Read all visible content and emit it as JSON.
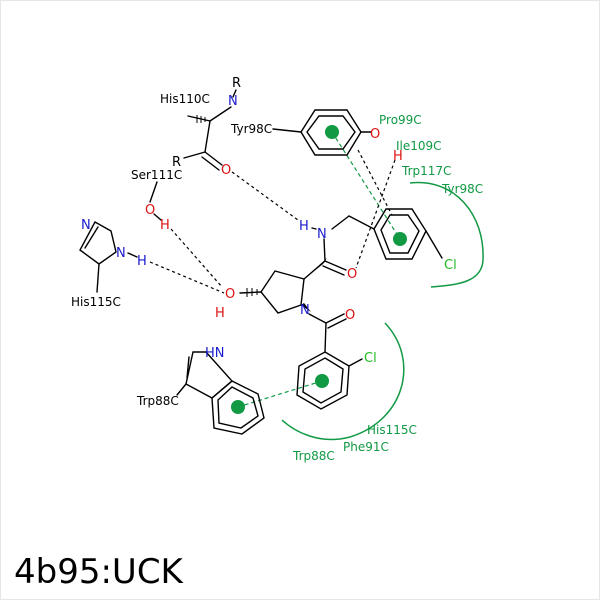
{
  "pdb_code": "4b95:UCK",
  "colors": {
    "bond": "#000000",
    "nitrogen": "#1a1acc",
    "oxygen": "#dd1111",
    "chlorine": "#22bb22",
    "hydrophobic": "#119944",
    "hbond": "#000000"
  },
  "atoms": {
    "ring_nh": "HN",
    "ring_n": "N",
    "nh_hist": "N",
    "h_hist": "H",
    "h_nh": "H",
    "h_oh": "H",
    "h_ser": "H",
    "h_ile": "H",
    "n_amide": "N",
    "n_his110": "N",
    "n_pyrrolidine": "N",
    "o_amide": "O",
    "o_carbonyl": "O",
    "o_ser": "O",
    "o_hydroxyl": "O",
    "o_tyr": "O",
    "o_benzoyl": "O",
    "cl_top": "Cl",
    "cl_bottom": "Cl",
    "r_top": "R",
    "r_side": "R"
  },
  "residues": {
    "his110c": "His110C",
    "tyr98c_black": "Tyr98C",
    "ser111c": "Ser111C",
    "his115c_black": "His115C",
    "trp88c_black": "Trp88C"
  },
  "hydrophobic_labels": {
    "pro99c": "Pro99C",
    "ile109c": "Ile109C",
    "trp117c": "Trp117C",
    "tyr98c": "Tyr98C",
    "his115c": "His115C",
    "phe91c": "Phe91C",
    "trp88c": "Trp88C"
  }
}
